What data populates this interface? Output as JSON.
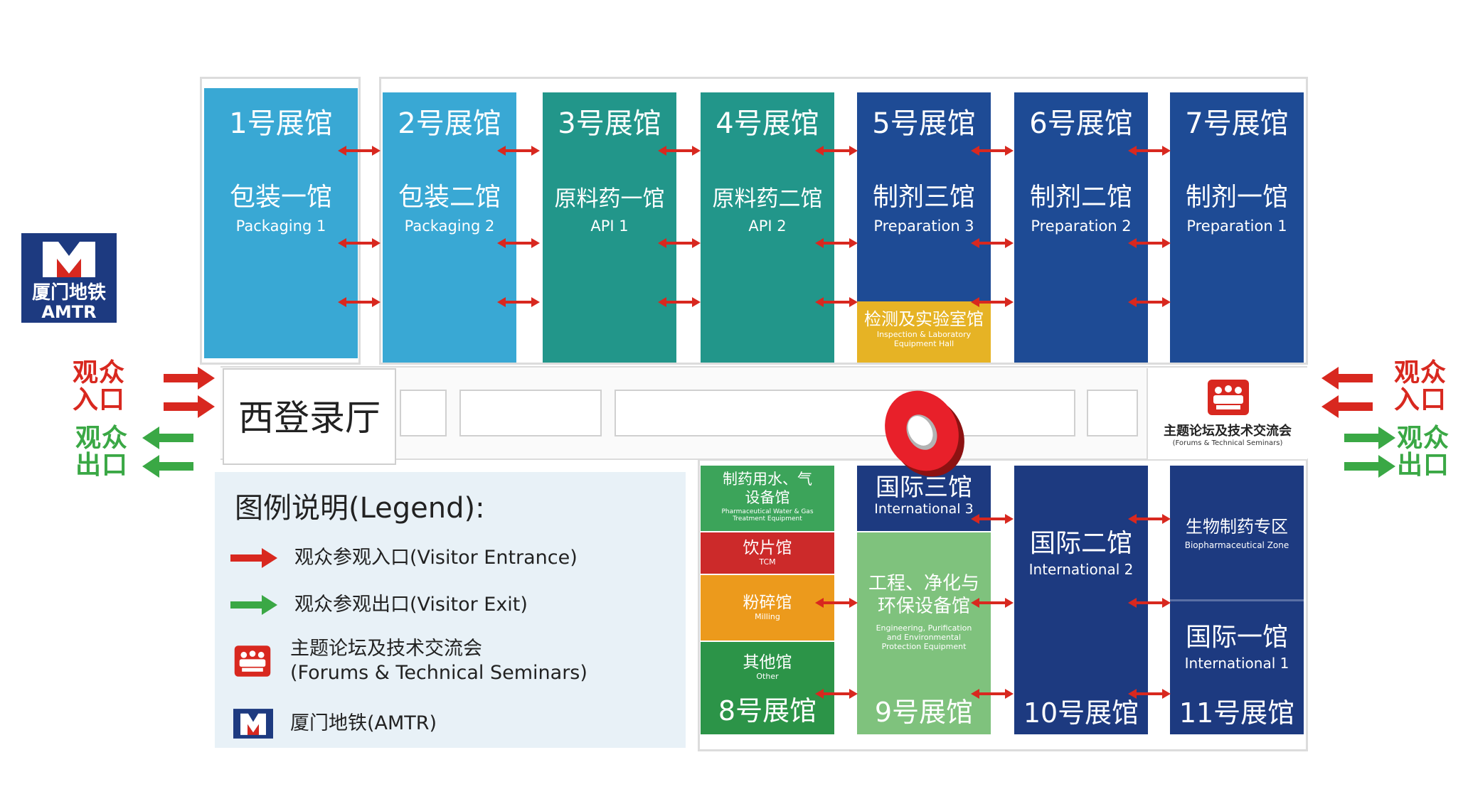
{
  "colors": {
    "packaging": "#39a8d4",
    "api": "#22968a",
    "preparation": "#1e4b95",
    "inspection": "#e6b325",
    "water": "#3ca45a",
    "tcm": "#cc2a2a",
    "milling": "#ec9a1c",
    "other": "#2c9448",
    "engineering": "#7fc27d",
    "international": "#1d3a80",
    "entrance_red": "#d8281f",
    "exit_green": "#3aa845",
    "legend_bg": "#e8f1f7"
  },
  "metro": {
    "line1": "厦门地铁",
    "line2": "AMTR",
    "icon": "metro-logo-icon"
  },
  "entrance_left": {
    "in_label": "观众入口",
    "out_label": "观众出口"
  },
  "entrance_right": {
    "in_label": "观众入口",
    "out_label": "观众出口"
  },
  "west_hall": {
    "label": "西登录厅"
  },
  "forum": {
    "label_cn": "主题论坛及技术交流会",
    "label_en": "(Forums & Technical Seminars)",
    "icon": "forum-icon"
  },
  "top_halls": [
    {
      "num": "1号展馆",
      "cn": "包装一馆",
      "en": "Packaging 1"
    },
    {
      "num": "2号展馆",
      "cn": "包装二馆",
      "en": "Packaging 2"
    },
    {
      "num": "3号展馆",
      "cn": "原料药一馆",
      "en": "API 1"
    },
    {
      "num": "4号展馆",
      "cn": "原料药二馆",
      "en": "API 2"
    },
    {
      "num": "5号展馆",
      "cn": "制剂三馆",
      "en": "Preparation 3"
    },
    {
      "num": "6号展馆",
      "cn": "制剂二馆",
      "en": "Preparation 2"
    },
    {
      "num": "7号展馆",
      "cn": "制剂一馆",
      "en": "Preparation 1"
    }
  ],
  "inspection": {
    "cn": "检测及实验室馆",
    "en": "Inspection & Laboratory Equipment Hall"
  },
  "hall8": {
    "num": "8号展馆",
    "water": {
      "cn": "制药用水、气设备馆",
      "en": "Pharmaceutical Water & Gas Treatment Equipment"
    },
    "tcm": {
      "cn": "饮片馆",
      "en": "TCM"
    },
    "milling": {
      "cn": "粉碎馆",
      "en": "Milling"
    },
    "other": {
      "cn": "其他馆",
      "en": "Other"
    }
  },
  "hall9": {
    "num": "9号展馆",
    "intl": {
      "cn": "国际三馆",
      "en": "International 3"
    },
    "eng": {
      "cn1": "工程、净化与",
      "cn2": "环保设备馆",
      "en1": "Engineering, Purification",
      "en2": "and Environmental",
      "en3": "Protection Equipment"
    }
  },
  "hall10": {
    "num": "10号展馆",
    "cn": "国际二馆",
    "en": "International 2"
  },
  "hall11": {
    "num": "11号展馆",
    "bio_cn": "生物制药专区",
    "bio_en": "Biopharmaceutical Zone",
    "cn": "国际一馆",
    "en": "International 1"
  },
  "legend": {
    "title": "图例说明(Legend):",
    "entrance": "观众参观入口(Visitor Entrance)",
    "exit": "观众参观出口(Visitor Exit)",
    "forum_cn": "主题论坛及技术交流会",
    "forum_en": "(Forums & Technical Seminars)",
    "metro": "厦门地铁(AMTR)"
  },
  "marker": {
    "icon": "location-pin-icon"
  }
}
